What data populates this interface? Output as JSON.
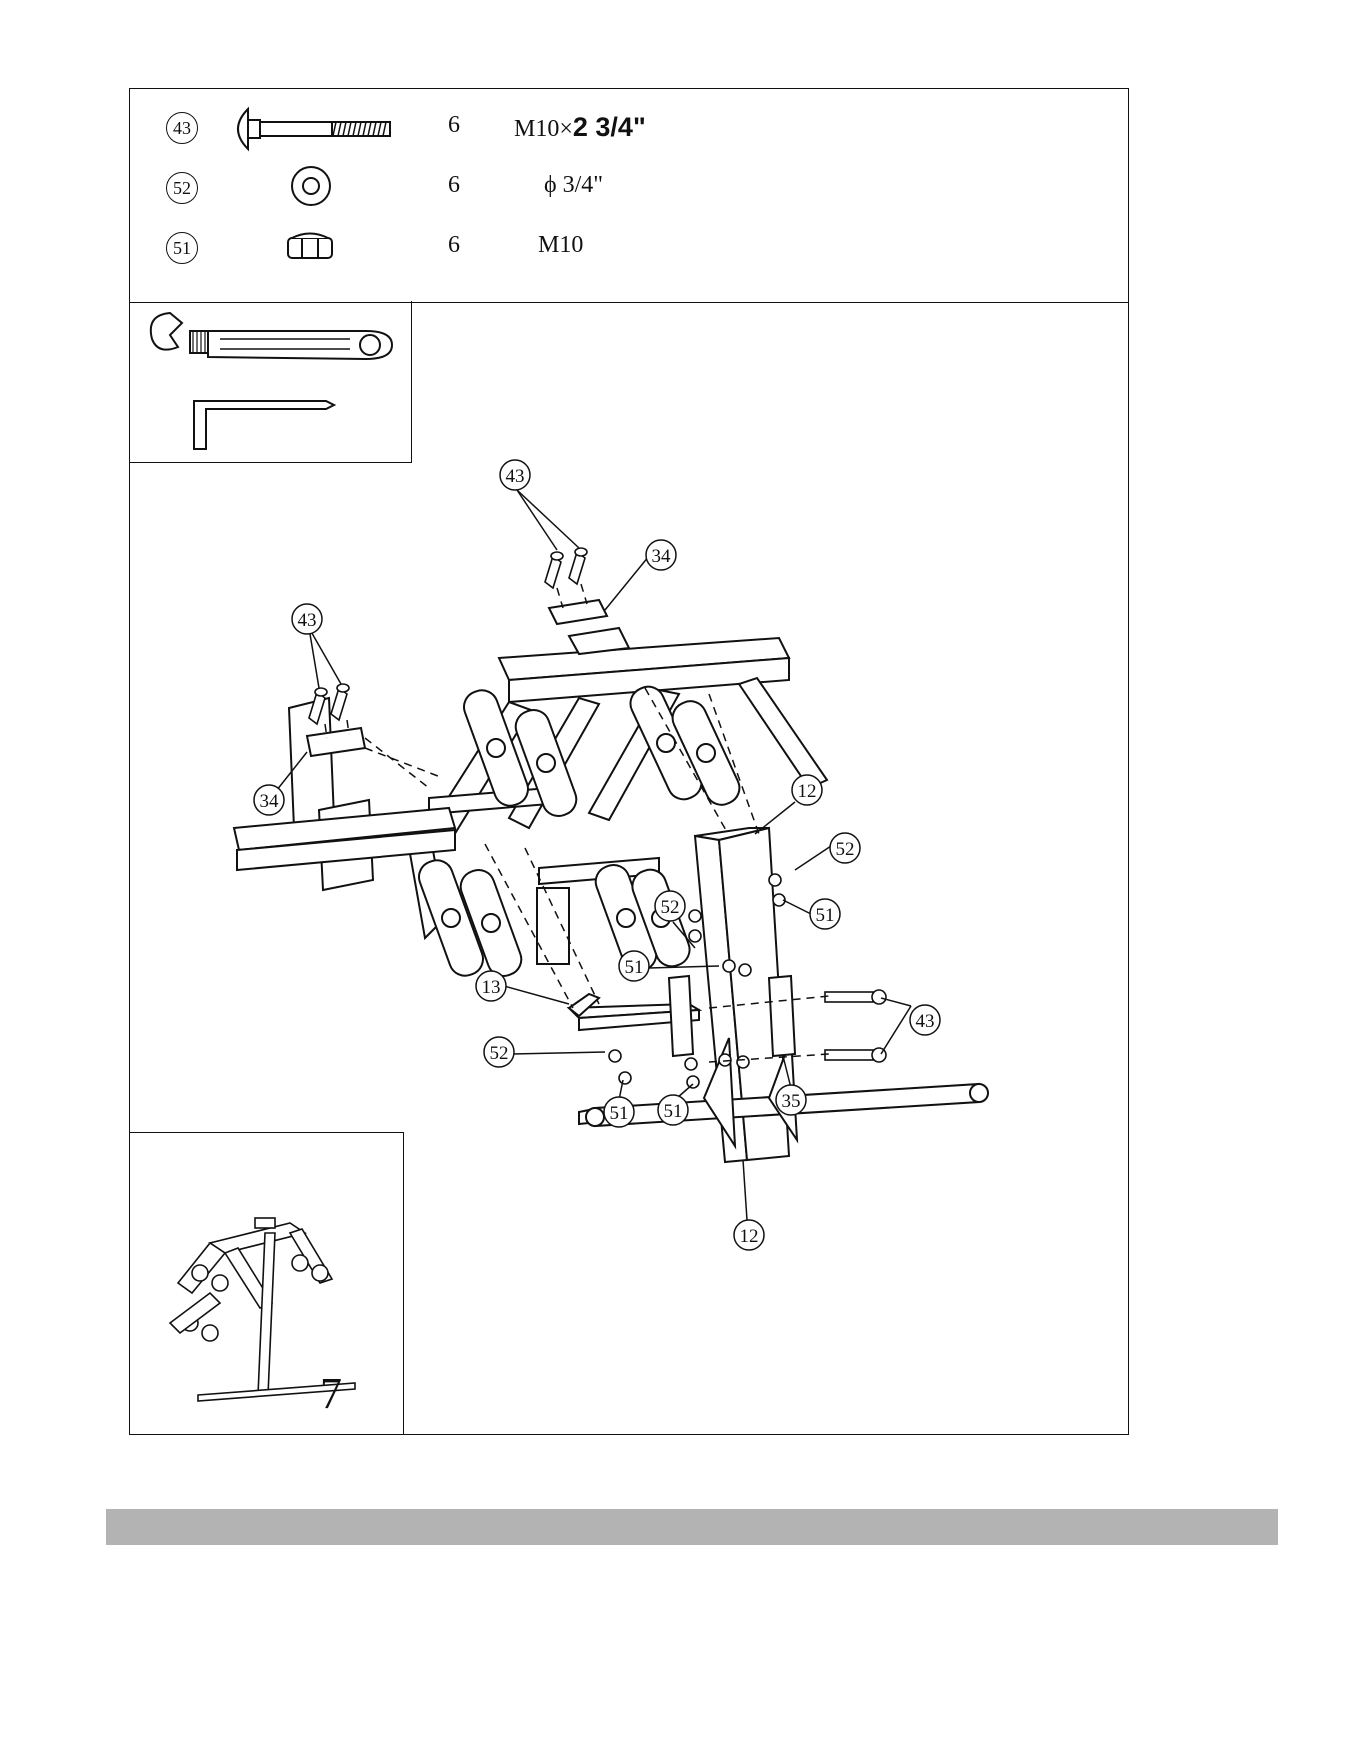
{
  "parts": [
    {
      "number": "43",
      "icon": "carriage-bolt-icon",
      "qty": "6",
      "spec_main": "M10",
      "spec_extra": "2 3/4\""
    },
    {
      "number": "52",
      "icon": "washer-icon",
      "qty": "6",
      "spec_main": "ϕ 3/4\"",
      "spec_extra": ""
    },
    {
      "number": "51",
      "icon": "lock-nut-icon",
      "qty": "6",
      "spec_main": "M10",
      "spec_extra": ""
    }
  ],
  "tools": [
    "adjustable-wrench-icon",
    "allen-key-icon"
  ],
  "callouts": {
    "c43a": "43",
    "c43b": "43",
    "c43c": "43",
    "c34a": "34",
    "c34b": "34",
    "c12a": "12",
    "c12b": "12",
    "c52a": "52",
    "c52b": "52",
    "c52c": "52",
    "c51a": "51",
    "c51b": "51",
    "c51c": "51",
    "c51d": "51",
    "c13": "13",
    "c35": "35"
  },
  "thumbnail": {
    "step_number": "7"
  },
  "colors": {
    "line": "#111111",
    "footer_bar": "#b3b3b3"
  }
}
